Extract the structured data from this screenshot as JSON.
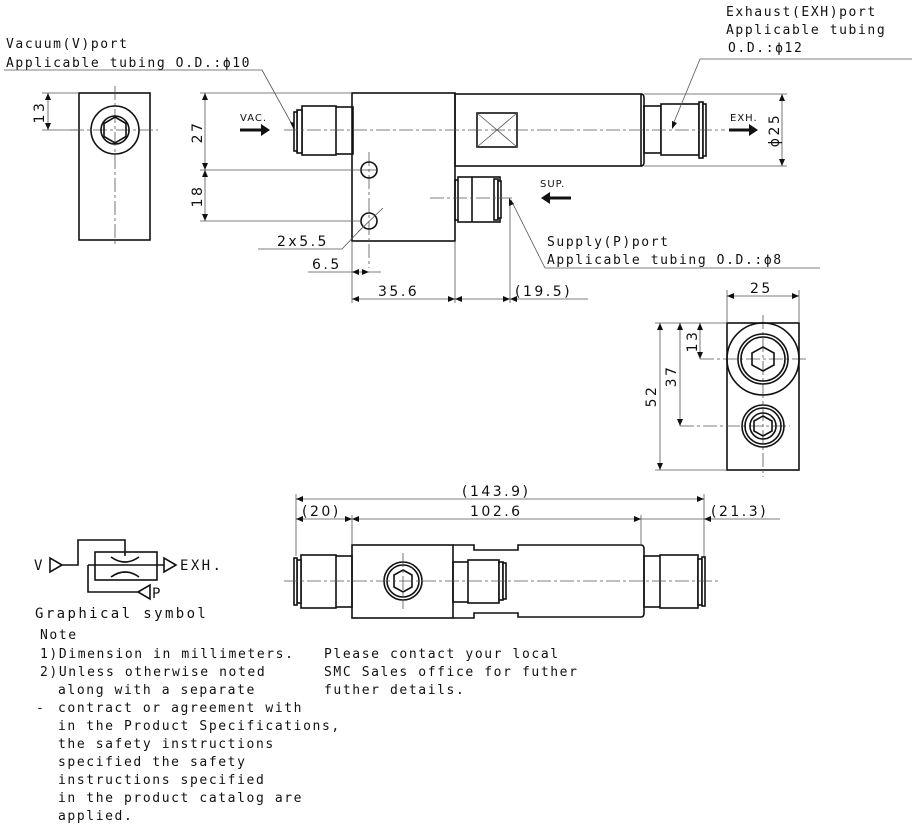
{
  "callouts": {
    "vacuum_port": {
      "line1": "Vacuum(V)port",
      "line2": "Applicable tubing O.D.:ϕ10"
    },
    "exhaust_port": {
      "line1": "Exhaust(EXH)port",
      "line2": "Applicable tubing",
      "line3": "O.D.:ϕ12"
    },
    "supply_port": {
      "line1": "Supply(P)port",
      "line2": "Applicable tubing O.D.:ϕ8"
    }
  },
  "flow_labels": {
    "vac": "VAC.",
    "exh": "EXH.",
    "sup": "SUP."
  },
  "dimensions": {
    "left_view_13": "13",
    "front_27": "27",
    "front_18": "18",
    "holes": "2x5.5",
    "hole_offset": "6.5",
    "body_length": "35.6",
    "supply_offset": "(19.5)",
    "dia_25": "ϕ25",
    "right_width": "25",
    "right_13": "13",
    "right_37": "37",
    "right_52": "52",
    "overall": "(143.9)",
    "left_fitting": "(20)",
    "main_length": "102.6",
    "right_fitting": "(21.3)"
  },
  "symbol": {
    "v": "V",
    "exh": "EXH.",
    "p": "P",
    "caption": "Graphical symbol"
  },
  "notes": {
    "title": "Note",
    "lines": [
      "1)Dimension in millimeters.",
      "2)Unless otherwise noted",
      "along with a separate",
      "-",
      "contract or agreement with",
      "in the Product Specifications,",
      "the safety instructions",
      "specified the safety",
      "instructions specified",
      "in the product catalog are",
      "applied."
    ]
  },
  "contact": {
    "lines": [
      "Please contact your local",
      "SMC Sales office for futher",
      "futher details."
    ]
  }
}
